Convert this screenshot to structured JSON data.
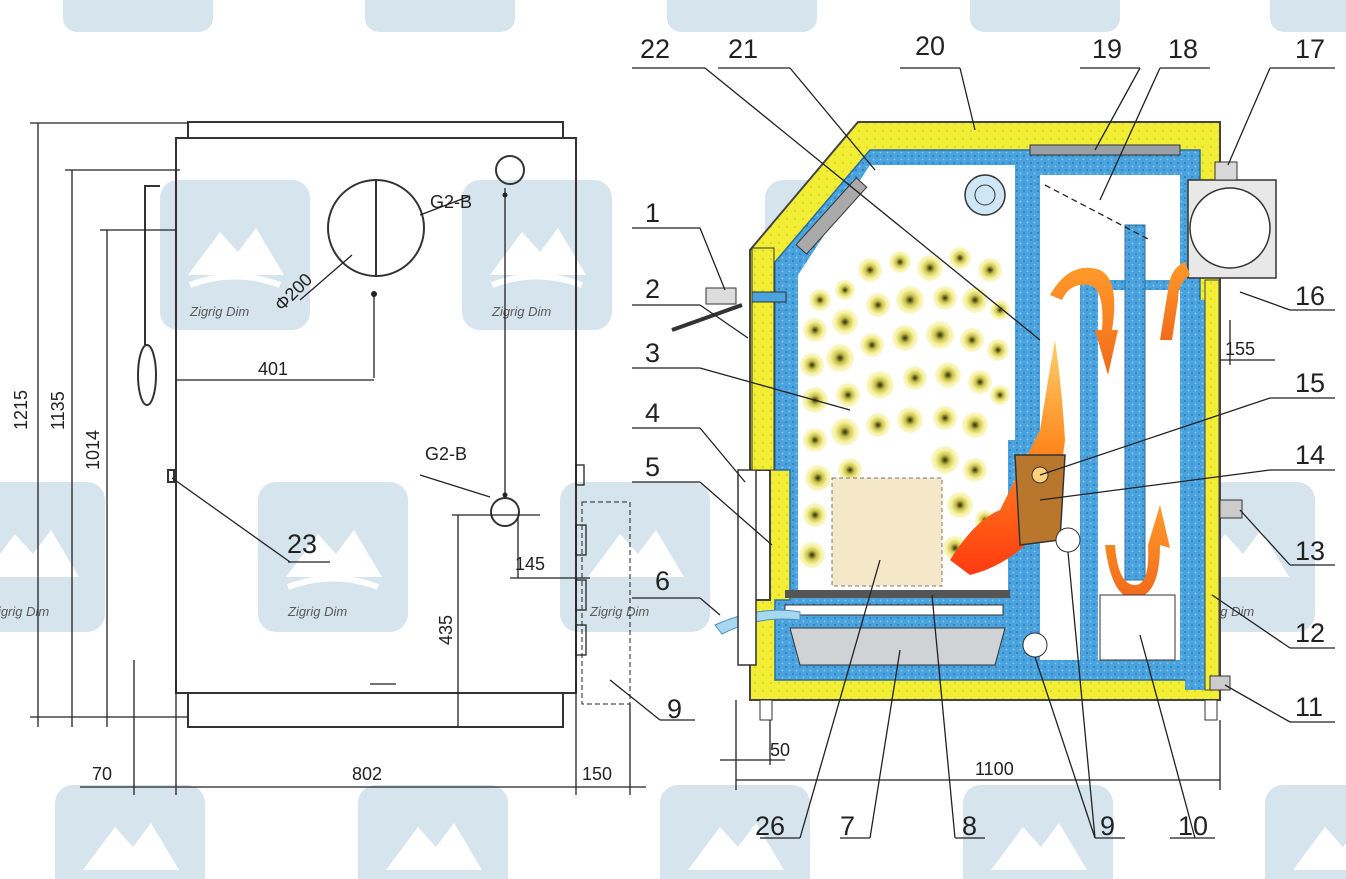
{
  "colors": {
    "insulation": "#f2ee35",
    "water_jacket": "#4aa3dd",
    "flame": "#f26a1b",
    "fuel": "#f7f3a0",
    "watermark": "#c9dbe9"
  },
  "front_view": {
    "dimensions": {
      "height_total": "1215",
      "height_upper": "1135",
      "height_lower": "1014",
      "width_body": "802",
      "offset_left": "70",
      "offset_right": "150",
      "pipe_offset": "401",
      "pipe_diameter": "Φ200",
      "connector_offset": "145",
      "connector_height": "435"
    },
    "connectors": {
      "top": "G2-B",
      "bottom": "G2-B"
    },
    "labels": {
      "handle": "23",
      "side_box": "9"
    }
  },
  "section_view": {
    "dimensions": {
      "width": "1100",
      "base_offset": "50",
      "flue_offset": "155"
    },
    "labels_left": [
      "1",
      "2",
      "3",
      "4",
      "5",
      "6"
    ],
    "labels_top": [
      "22",
      "21",
      "20",
      "19",
      "18",
      "17"
    ],
    "labels_right": [
      "16",
      "15",
      "14",
      "13",
      "12",
      "11"
    ],
    "labels_bottom": [
      "26",
      "7",
      "8",
      "9",
      "10"
    ]
  },
  "watermark": {
    "text": "Zigrig Dim"
  }
}
